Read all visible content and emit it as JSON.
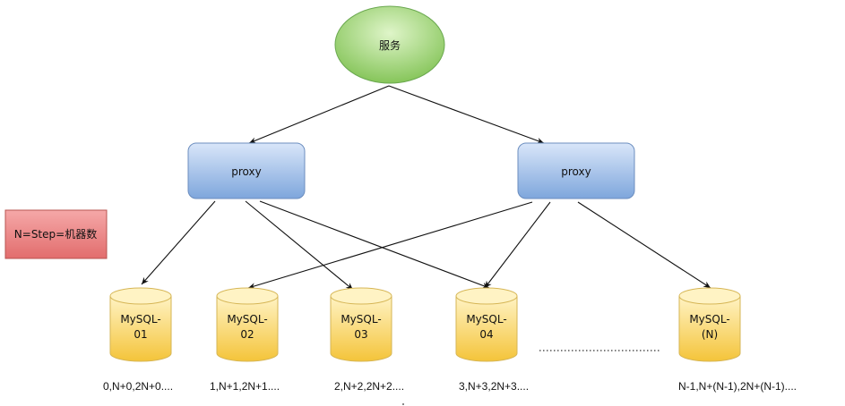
{
  "service": {
    "label": "服务"
  },
  "proxies": [
    {
      "label": "proxy"
    },
    {
      "label": "proxy"
    }
  ],
  "note": {
    "label": "N=Step=机器数"
  },
  "databases": [
    {
      "line1": "MySQL-",
      "line2": "01",
      "values": "0,N+0,2N+0...."
    },
    {
      "line1": "MySQL-",
      "line2": "02",
      "values": "1,N+1,2N+1...."
    },
    {
      "line1": "MySQL-",
      "line2": "03",
      "values": "2,N+2,2N+2...."
    },
    {
      "line1": "MySQL-",
      "line2": "04",
      "values": "3,N+3,2N+3...."
    },
    {
      "line1": "MySQL-",
      "line2": "(N)",
      "values": "N-1,N+(N-1),2N+(N-1)...."
    }
  ],
  "colors": {
    "service_fill": "#b3e08f",
    "proxy_fill": "#a9c4ec",
    "note_fill": "#ef8b8b",
    "db_fill": "#fbd562"
  }
}
